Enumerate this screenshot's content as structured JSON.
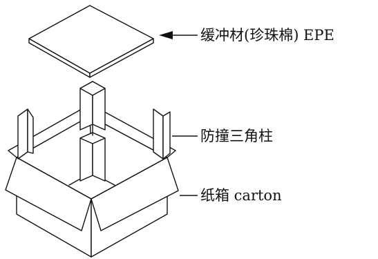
{
  "labels": {
    "cushion": "缓冲材(珍珠棉) EPE",
    "corner_post": "防撞三角柱",
    "carton": "纸箱 carton"
  }
}
